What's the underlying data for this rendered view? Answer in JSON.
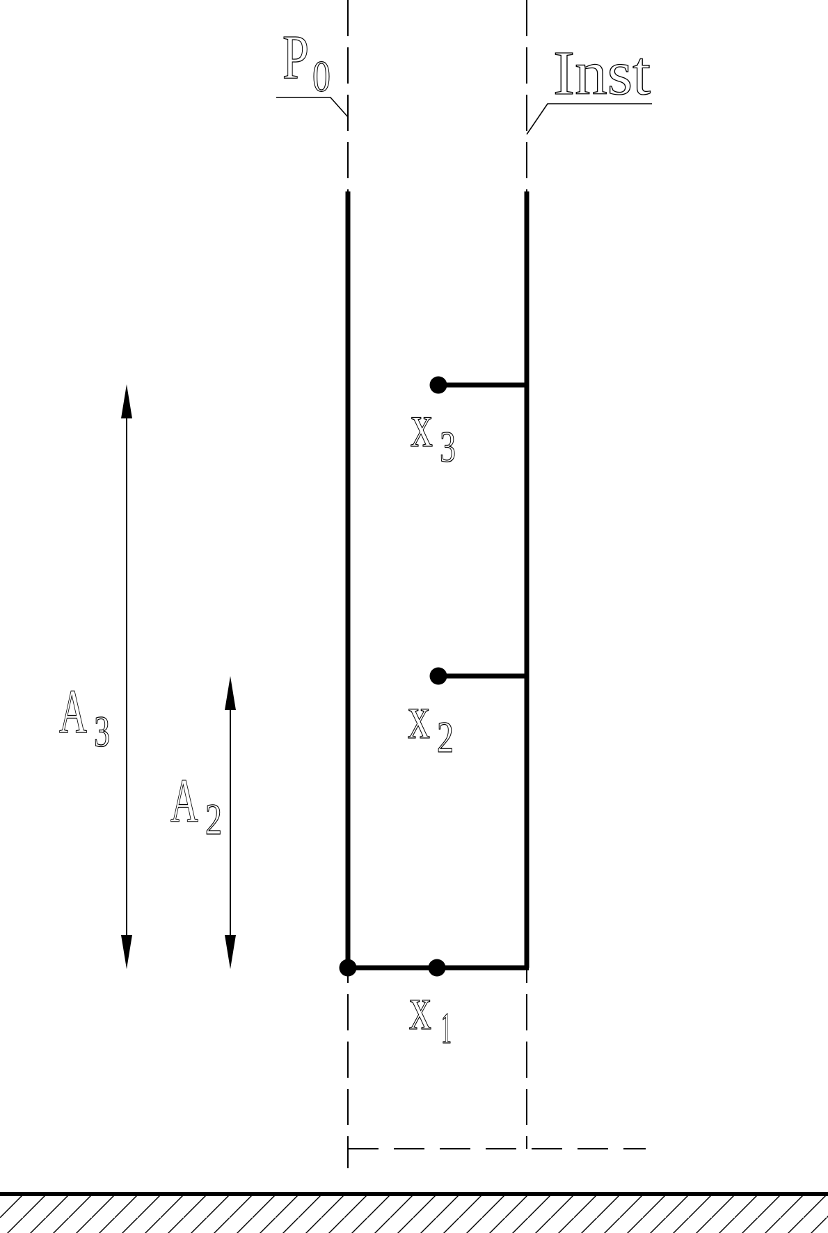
{
  "diagram": {
    "colors": {
      "line": "#000000",
      "background": "#ffffff"
    },
    "labels": {
      "p0": {
        "base": "P",
        "sub": "0"
      },
      "inst": {
        "base": "Inst",
        "sub": ""
      },
      "x3": {
        "base": "x",
        "sub": "3"
      },
      "x2": {
        "base": "x",
        "sub": "2"
      },
      "x1": {
        "base": "x",
        "sub": "1"
      },
      "a3": {
        "base": "A",
        "sub": "3"
      },
      "a2": {
        "base": "A",
        "sub": "2"
      }
    }
  }
}
